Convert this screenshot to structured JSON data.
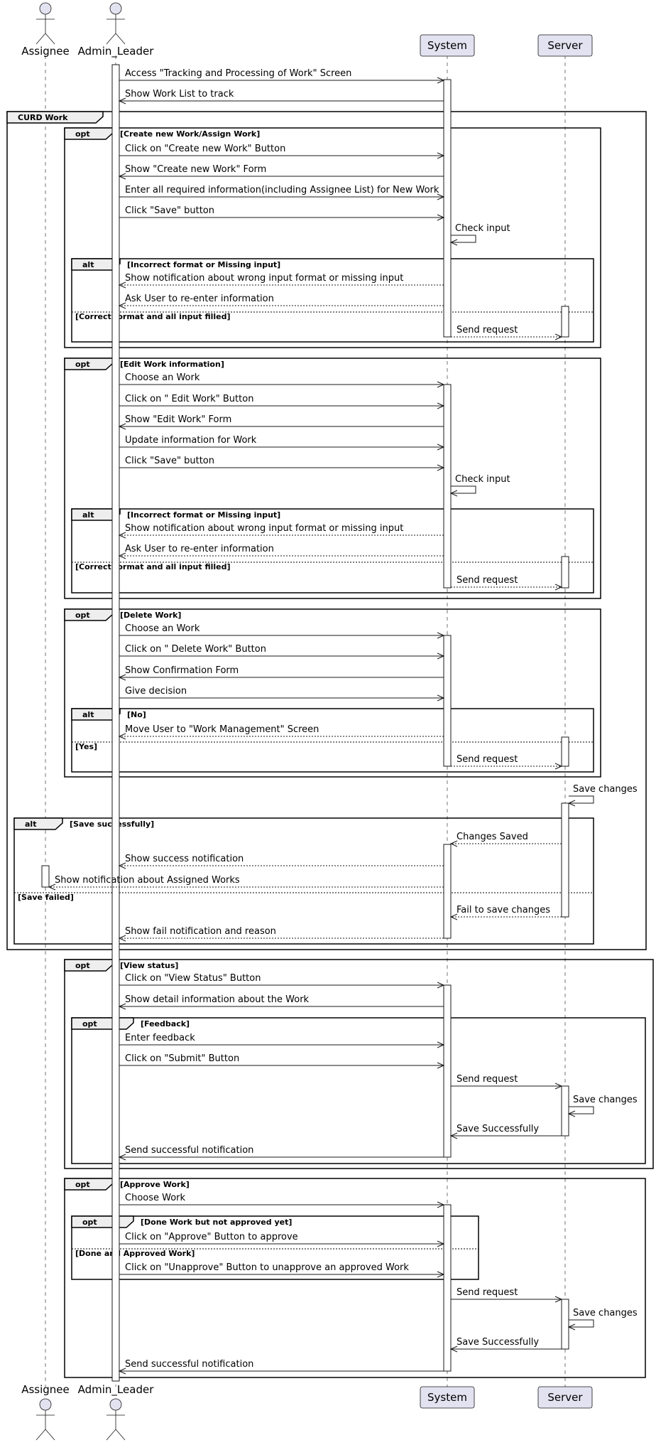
{
  "participants": [
    {
      "id": "assignee",
      "label": "Assignee",
      "kind": "actor"
    },
    {
      "id": "admin",
      "label": "Admin_Leader",
      "kind": "actor"
    },
    {
      "id": "system",
      "label": "System",
      "kind": "box"
    },
    {
      "id": "server",
      "label": "Server",
      "kind": "box"
    }
  ],
  "colors": {
    "line": "#181818",
    "participant_fill": "#E2E2F0",
    "participant_border": "#181818",
    "frame_border": "#000000",
    "activation_fill": "#FFFFFF",
    "title_tab_fill": "#EEEEEE"
  },
  "groups": [
    {
      "key": "curd",
      "title": "CURD Work",
      "condition": "",
      "else_labels": []
    },
    {
      "key": "opt_create",
      "title": "opt",
      "condition": "[Create new Work/Assign Work]",
      "else_labels": []
    },
    {
      "key": "alt_create",
      "title": "alt",
      "condition": "[Incorrect format or Missing input]",
      "else_labels": [
        "[Correct format and all input filled]"
      ]
    },
    {
      "key": "opt_edit",
      "title": "opt",
      "condition": "[Edit Work information]",
      "else_labels": []
    },
    {
      "key": "alt_edit",
      "title": "alt",
      "condition": "[Incorrect format or Missing input]",
      "else_labels": [
        "[Correct format and all input filled]"
      ]
    },
    {
      "key": "opt_delete",
      "title": "opt",
      "condition": "[Delete Work]",
      "else_labels": []
    },
    {
      "key": "alt_delete",
      "title": "alt",
      "condition": "[No]",
      "else_labels": [
        "[Yes]"
      ]
    },
    {
      "key": "alt_save",
      "title": "alt",
      "condition": "[Save successfully]",
      "else_labels": [
        "[Save failed]"
      ]
    },
    {
      "key": "opt_view",
      "title": "opt",
      "condition": "[View status]",
      "else_labels": []
    },
    {
      "key": "opt_feedback",
      "title": "opt",
      "condition": "[Feedback]",
      "else_labels": []
    },
    {
      "key": "opt_approve",
      "title": "opt",
      "condition": "[Approve Work]",
      "else_labels": []
    },
    {
      "key": "opt_done",
      "title": "opt",
      "condition": "[Done Work but not approved yet]",
      "else_labels": [
        "[Done and Approved Work]"
      ]
    }
  ],
  "messages": [
    {
      "from": "admin",
      "to": "system",
      "label": "Access \"Tracking and Processing of Work\" Screen",
      "style": "solid"
    },
    {
      "from": "system",
      "to": "admin",
      "label": "Show Work List to track",
      "style": "solid"
    },
    {
      "from": "admin",
      "to": "system",
      "label": "Click on \"Create new Work\" Button",
      "style": "solid"
    },
    {
      "from": "system",
      "to": "admin",
      "label": "Show \"Create new Work\" Form",
      "style": "solid"
    },
    {
      "from": "admin",
      "to": "system",
      "label": "Enter all required information(including Assignee List) for New Work",
      "style": "solid"
    },
    {
      "from": "admin",
      "to": "system",
      "label": "Click \"Save\" button",
      "style": "solid"
    },
    {
      "from": "system",
      "to": "system",
      "label": "Check input",
      "style": "solid"
    },
    {
      "from": "system",
      "to": "admin",
      "label": "Show notification about wrong input format or missing input",
      "style": "dashed"
    },
    {
      "from": "system",
      "to": "admin",
      "label": "Ask User to re-enter information",
      "style": "dashed"
    },
    {
      "from": "system",
      "to": "server",
      "label": "Send request",
      "style": "dashed"
    },
    {
      "from": "admin",
      "to": "system",
      "label": "Choose an Work",
      "style": "solid"
    },
    {
      "from": "admin",
      "to": "system",
      "label": "Click on \" Edit Work\" Button",
      "style": "solid"
    },
    {
      "from": "system",
      "to": "admin",
      "label": "Show \"Edit Work\" Form",
      "style": "solid"
    },
    {
      "from": "admin",
      "to": "system",
      "label": "Update information for Work",
      "style": "solid"
    },
    {
      "from": "admin",
      "to": "system",
      "label": "Click \"Save\" button",
      "style": "solid"
    },
    {
      "from": "system",
      "to": "system",
      "label": "Check input",
      "style": "solid"
    },
    {
      "from": "system",
      "to": "admin",
      "label": "Show notification about wrong input format or missing input",
      "style": "dashed"
    },
    {
      "from": "system",
      "to": "admin",
      "label": "Ask User to re-enter information",
      "style": "dashed"
    },
    {
      "from": "system",
      "to": "server",
      "label": "Send request",
      "style": "dashed"
    },
    {
      "from": "admin",
      "to": "system",
      "label": "Choose an Work",
      "style": "solid"
    },
    {
      "from": "admin",
      "to": "system",
      "label": "Click on \" Delete Work\" Button",
      "style": "solid"
    },
    {
      "from": "system",
      "to": "admin",
      "label": "Show Confirmation Form",
      "style": "solid"
    },
    {
      "from": "admin",
      "to": "system",
      "label": "Give decision",
      "style": "solid"
    },
    {
      "from": "system",
      "to": "admin",
      "label": "Move User to \"Work Management\" Screen",
      "style": "dashed"
    },
    {
      "from": "system",
      "to": "server",
      "label": "Send request",
      "style": "dashed"
    },
    {
      "from": "server",
      "to": "server",
      "label": "Save changes",
      "style": "solid"
    },
    {
      "from": "server",
      "to": "system",
      "label": "Changes Saved",
      "style": "dashed"
    },
    {
      "from": "system",
      "to": "admin",
      "label": "Show success notification",
      "style": "dashed"
    },
    {
      "from": "system",
      "to": "assignee",
      "label": "Show notification about Assigned Works",
      "style": "dashed"
    },
    {
      "from": "server",
      "to": "system",
      "label": "Fail to save changes",
      "style": "dashed"
    },
    {
      "from": "system",
      "to": "admin",
      "label": "Show fail notification and reason",
      "style": "dashed"
    },
    {
      "from": "admin",
      "to": "system",
      "label": "Click on \"View Status\" Button",
      "style": "solid"
    },
    {
      "from": "system",
      "to": "admin",
      "label": "Show detail information about the Work",
      "style": "solid"
    },
    {
      "from": "admin",
      "to": "system",
      "label": "Enter feedback",
      "style": "solid"
    },
    {
      "from": "admin",
      "to": "system",
      "label": "Click on \"Submit\" Button",
      "style": "solid"
    },
    {
      "from": "system",
      "to": "server",
      "label": "Send request",
      "style": "solid"
    },
    {
      "from": "server",
      "to": "server",
      "label": "Save changes",
      "style": "solid"
    },
    {
      "from": "server",
      "to": "system",
      "label": "Save Successfully",
      "style": "solid"
    },
    {
      "from": "system",
      "to": "admin",
      "label": "Send successful notification",
      "style": "solid"
    },
    {
      "from": "admin",
      "to": "system",
      "label": "Choose Work",
      "style": "solid"
    },
    {
      "from": "admin",
      "to": "system",
      "label": "Click on \"Approve\" Button to approve",
      "style": "solid"
    },
    {
      "from": "admin",
      "to": "system",
      "label": "Click on \"Unapprove\" Button to unapprove an approved Work",
      "style": "solid"
    },
    {
      "from": "system",
      "to": "server",
      "label": "Send request",
      "style": "solid"
    },
    {
      "from": "server",
      "to": "server",
      "label": "Save changes",
      "style": "solid"
    },
    {
      "from": "server",
      "to": "system",
      "label": "Save Successfully",
      "style": "solid"
    },
    {
      "from": "system",
      "to": "admin",
      "label": "Send successful notification",
      "style": "solid"
    }
  ]
}
